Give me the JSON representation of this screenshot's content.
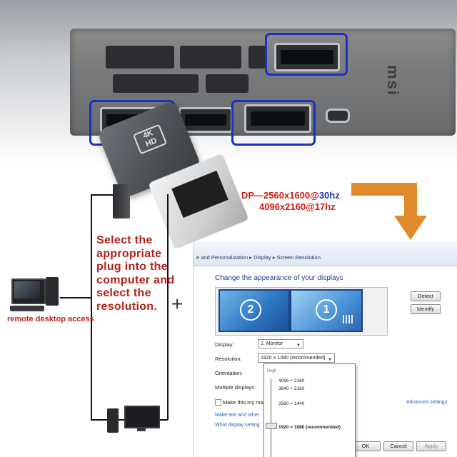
{
  "dp_annotation": {
    "line1_prefix": "DP—2560x1600@",
    "line1_suffix": "30hz",
    "line2": "4096x2160@17hz"
  },
  "adapter": {
    "badge_top": "4K",
    "badge_bottom": "HD"
  },
  "instructions": "Select the appropriate plug into the computer and select the resolution.",
  "remote_label": "remote desktop access",
  "plus_sign": "+",
  "brand_text": "msi",
  "window": {
    "breadcrumb": "e and Personalization  ▸  Display  ▸  Screen Resolution",
    "heading": "Change the appearance of your displays",
    "monitor_2": "2",
    "monitor_1": "1",
    "detect_button": "Detect",
    "identify_button": "Identify",
    "display_label": "Display:",
    "display_value": "1. Monitor",
    "resolution_label": "Resolution:",
    "resolution_value": "1920 × 1080 (recommended)",
    "orientation_label": "Orientation:",
    "multiple_label": "Multiple displays:",
    "make_main": "Make this my ma",
    "link_text": "Make text and other",
    "link_display": "What display setting",
    "advanced_link": "Advanced settings",
    "ok_button": "OK",
    "cancel_button": "Cancel",
    "apply_button": "Apply",
    "popup": {
      "high": "High",
      "options": [
        "4096 × 2160",
        "3840 × 2160",
        "2560 × 1440",
        "1920 × 1080 (recommended)"
      ]
    }
  },
  "colors": {
    "highlight_box": "#1d2fc4",
    "arrow": "#e08a2b",
    "text_red": "#b5211a"
  }
}
